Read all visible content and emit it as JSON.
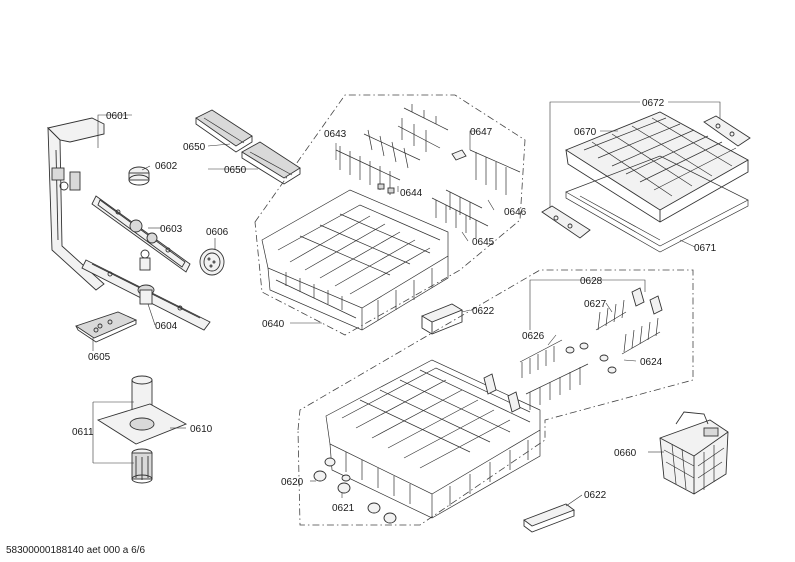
{
  "drawing": {
    "reference": "58300000188140 aet 000 a 6/6"
  },
  "parts": {
    "p0601": "0601",
    "p0602": "0602",
    "p0603": "0603",
    "p0604": "0604",
    "p0605": "0605",
    "p0606": "0606",
    "p0610": "0610",
    "p0611": "0611",
    "p0620": "0620",
    "p0621": "0621",
    "p0622a": "0622",
    "p0622b": "0622",
    "p0624": "0624",
    "p0626": "0626",
    "p0627": "0627",
    "p0628": "0628",
    "p0640": "0640",
    "p0643": "0643",
    "p0644": "0644",
    "p0645": "0645",
    "p0646": "0646",
    "p0647": "0647",
    "p0650a": "0650",
    "p0650b": "0650",
    "p0660": "0660",
    "p0670": "0670",
    "p0671": "0671",
    "p0672": "0672"
  }
}
